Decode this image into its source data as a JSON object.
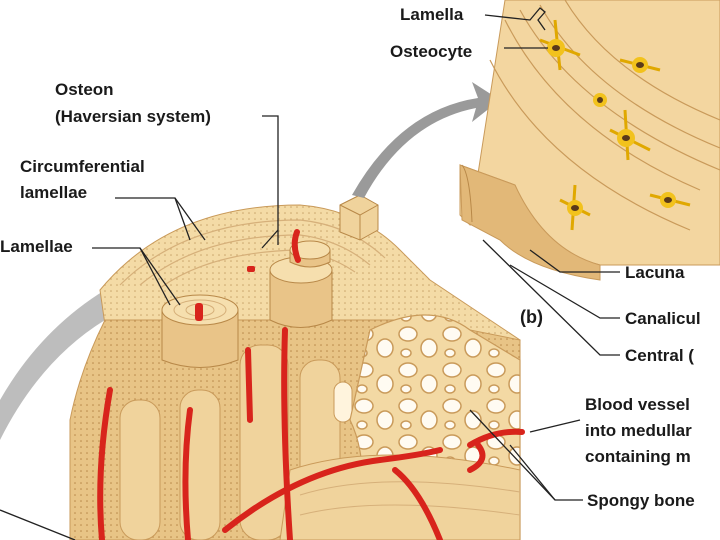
{
  "labels": {
    "lamella": "Lamella",
    "osteocyte": "Osteocyte",
    "osteon_line1": "Osteon",
    "osteon_line2": "(Haversian system)",
    "circumferential_line1": "Circumferential",
    "circumferential_line2": "lamellae",
    "lamellae": "Lamellae",
    "panel_b": "(b)",
    "lacuna": "Lacuna",
    "canaliculi": "Canalicul",
    "central_canal": "Central (",
    "blood_vessel_line1": "Blood vessel",
    "blood_vessel_line2": "into medullar",
    "blood_vessel_line3": "containing m",
    "spongy_bone": "Spongy bone"
  },
  "colors": {
    "bone_light": "#f6dfae",
    "bone_mid": "#e9c488",
    "bone_dark": "#c99a5a",
    "vessel": "#d8241c",
    "osteocyte": "#f2c21c",
    "gray_arrow": "#9a9a9a",
    "leader": "#222222"
  }
}
